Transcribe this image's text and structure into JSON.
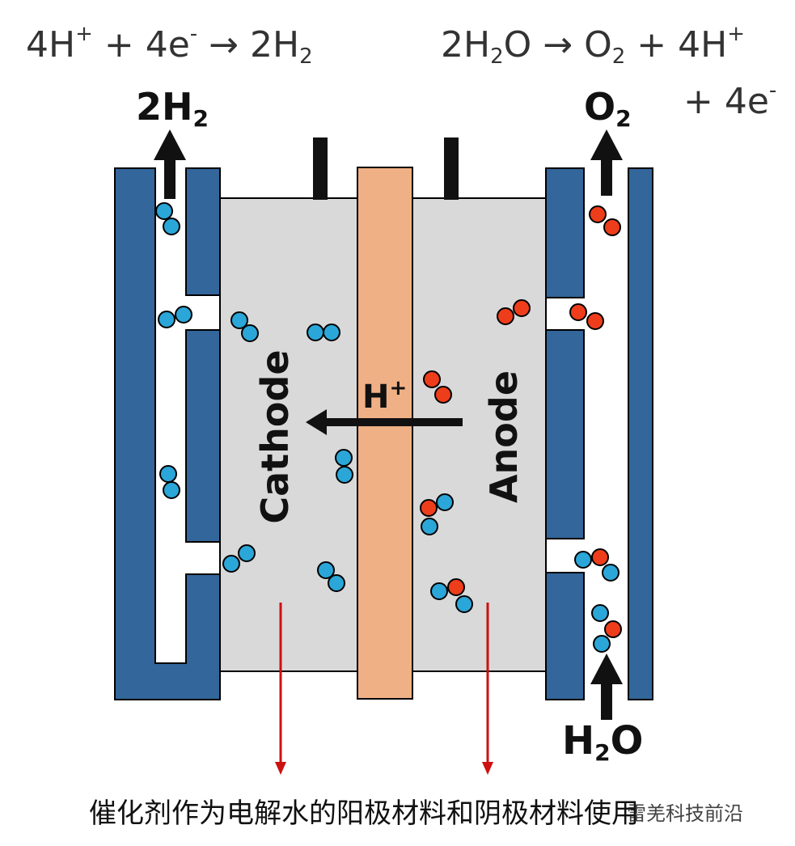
{
  "equations": {
    "cathode": {
      "base1": "4H",
      "sup1": "+",
      "mid": " + 4e",
      "sup2": "-",
      "arrow": " → 2H",
      "sub": "2"
    },
    "anode_line1": {
      "a": "2H",
      "sub1": "2",
      "b": "O → O",
      "sub2": "2",
      "c": " + 4H",
      "sup": "+"
    },
    "anode_line2": {
      "a": "+ 4e",
      "sup": "-"
    }
  },
  "labels": {
    "h2_out": {
      "base": "2H",
      "sub": "2"
    },
    "o2_out": {
      "base": "O",
      "sub": "2"
    },
    "h2o_in": {
      "a": "H",
      "sub": "2",
      "b": "O"
    },
    "proton": {
      "base": "H",
      "sup": "+"
    },
    "cathode": "Cathode",
    "anode": "Anode"
  },
  "caption": "催化剂作为电解水的阳极材料和阴极材料使用",
  "watermark": "雷羌科技前沿",
  "colors": {
    "electrode_blue": "#33669a",
    "electrolyte_gray": "#d9d9d9",
    "membrane_orange": "#f0b085",
    "h2_bubble": "#2ba6d8",
    "o2_bubble": "#ee3d1b",
    "arrow_red": "#cc1111"
  }
}
